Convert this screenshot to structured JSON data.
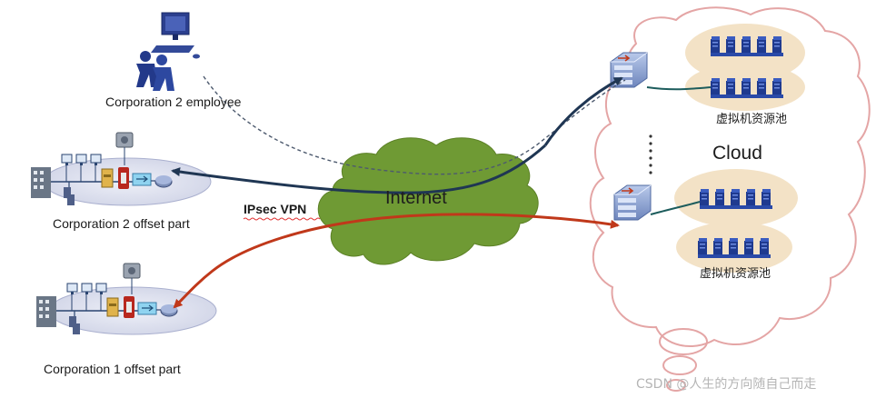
{
  "labels": {
    "employee": "Corporation 2 employee",
    "corp2_site": "Corporation 2 offset   part",
    "corp1_site": "Corporation 1 offset  part",
    "ipsec": "IPsec VPN",
    "internet": "Internet",
    "cloud": "Cloud",
    "pool_top": "虚拟机资源池",
    "pool_bottom": "虚拟机资源池",
    "watermark": "CSDN @人生的方向随自己而走"
  },
  "colors": {
    "internet_cloud": "#6f9a34",
    "cloud_outline": "#e4a5a5",
    "navy_arrow": "#1f3653",
    "red_arrow": "#c0381a",
    "server_blue": "#1f3a8f",
    "pool_oval": "#f3e2c6",
    "gateway_tile": "#8fa8d8"
  },
  "icons": [
    "employee-figure-icon",
    "pc-icon",
    "building-icon",
    "switch-icon",
    "server-icon",
    "firewall-icon",
    "router-icon",
    "printer-icon",
    "cloud-gateway-icon",
    "server-rack-icon"
  ]
}
